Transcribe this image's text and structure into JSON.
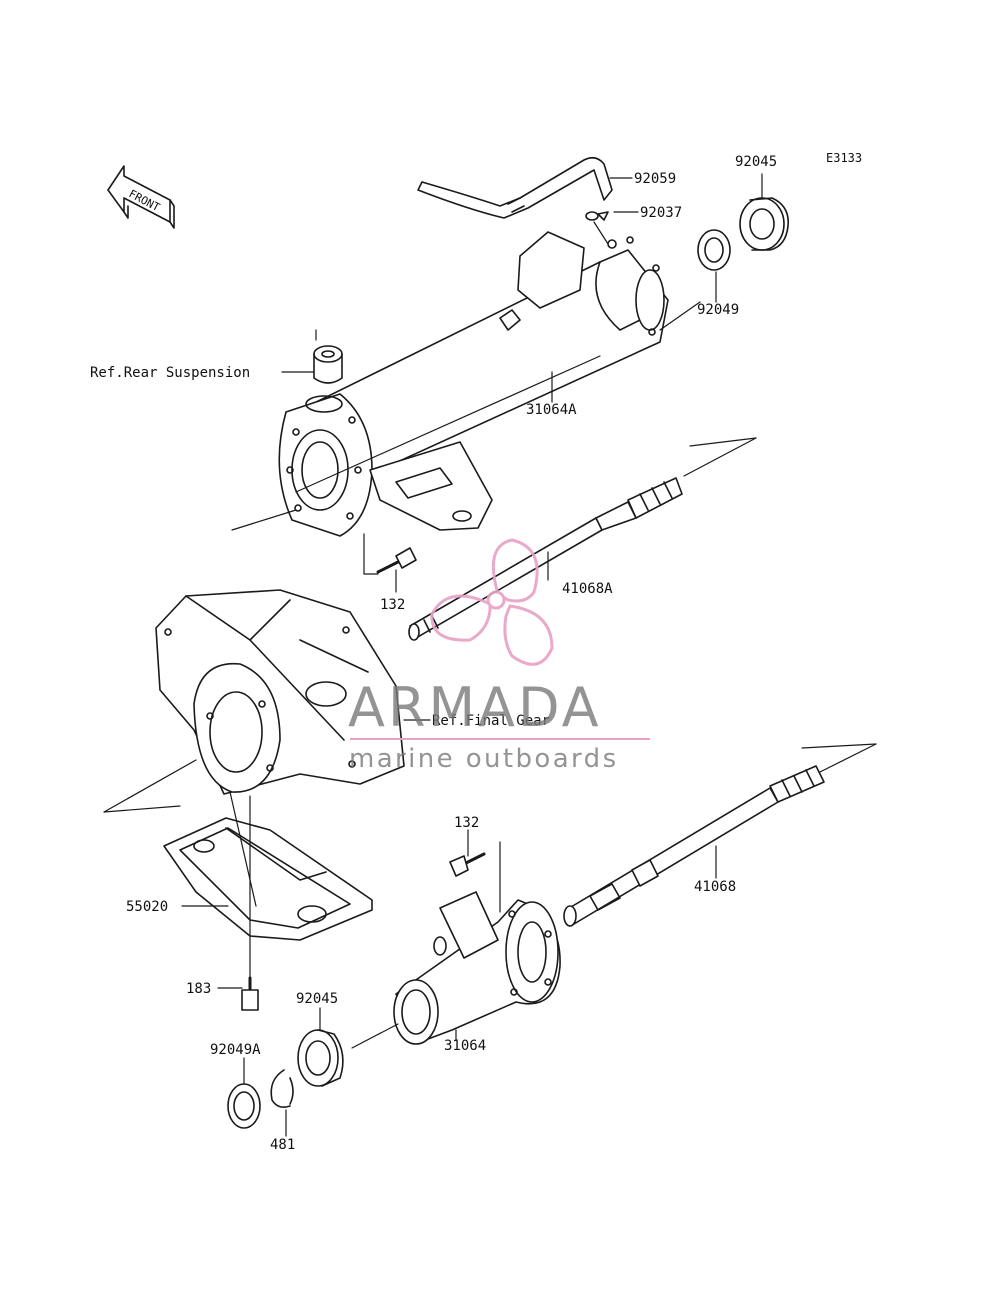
{
  "diagram": {
    "code": "E3133",
    "front_label": "FRONT",
    "line_color": "#1a1a1a",
    "callouts": {
      "p92059": "92059",
      "p92037": "92037",
      "p92045_top": "92045",
      "p92049": "92049",
      "ref_rear_suspension": "Ref.Rear Suspension",
      "p31064A": "31064A",
      "p132_top": "132",
      "p41068A": "41068A",
      "ref_final_gear": "Ref.Final Gear",
      "p132_bottom": "132",
      "p41068": "41068",
      "p55020": "55020",
      "p183": "183",
      "p92045_bottom": "92045",
      "p31064": "31064",
      "p92049A": "92049A",
      "p481": "481"
    }
  },
  "watermark": {
    "title": "ARMADA",
    "subtitle": "marine outboards",
    "accent_color": "#e8a0c4",
    "logo_icon": "propeller-icon"
  }
}
